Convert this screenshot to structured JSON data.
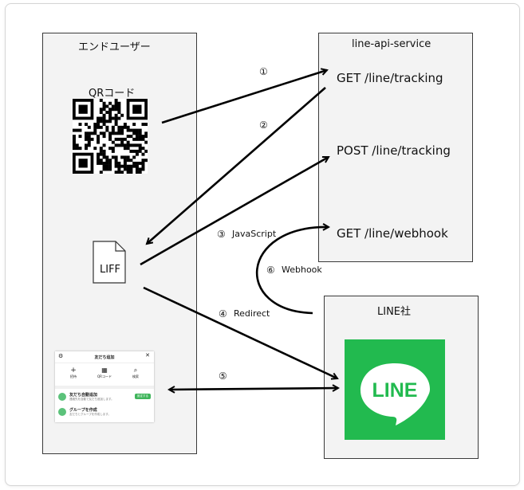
{
  "enduser": {
    "title": "エンドユーザー",
    "qr_label": "QRコード",
    "liff_label": "LIFF"
  },
  "service": {
    "title": "line-api-service",
    "endpoints": [
      "GET /line/tracking",
      "POST /line/tracking",
      "GET /line/webhook"
    ]
  },
  "line_company": {
    "title": "LINE社",
    "logo_text": "LINE",
    "brand_color": "#22ba4f"
  },
  "steps": [
    {
      "num": "①",
      "text": ""
    },
    {
      "num": "②",
      "text": ""
    },
    {
      "num": "③",
      "text": "JavaScript"
    },
    {
      "num": "④",
      "text": "Redirect"
    },
    {
      "num": "⑤",
      "text": ""
    },
    {
      "num": "⑥",
      "text": "Webhook"
    }
  ],
  "phone": {
    "title": "友だち追加",
    "icons": [
      "招待",
      "QRコード",
      "検索"
    ],
    "rows": [
      {
        "title": "友だち自動追加",
        "sub": "連絡先を自動で友だち追加します。",
        "button": "設定する"
      },
      {
        "title": "グループを作成",
        "sub": "友だちとグループを作成します。"
      }
    ]
  }
}
